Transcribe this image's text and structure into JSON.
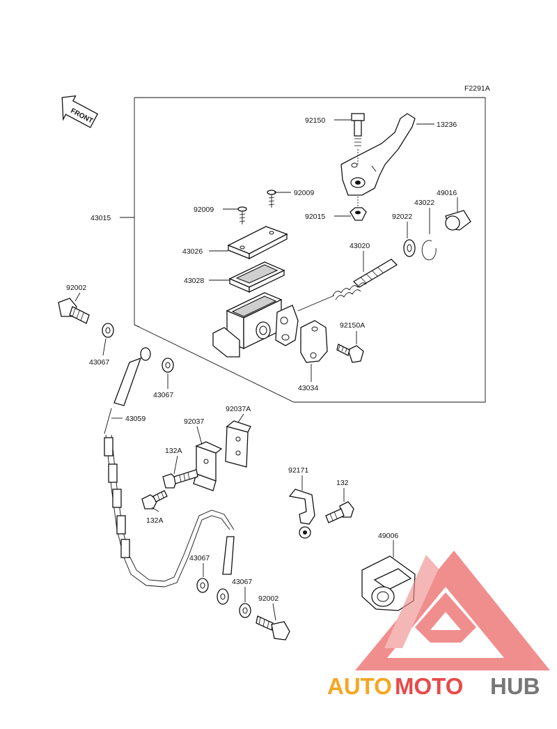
{
  "diagram": {
    "figure_code": "F2291A",
    "front_marker": "FRONT",
    "part_labels": {
      "p13236": "13236",
      "p92150": "92150",
      "p92009a": "92009",
      "p92009b": "92009",
      "p92015": "92015",
      "p92022": "92022",
      "p43022": "43022",
      "p49016": "49016",
      "p43015": "43015",
      "p43026": "43026",
      "p43028": "43028",
      "p43020": "43020",
      "p92150A": "92150A",
      "p43034": "43034",
      "p92002a": "92002",
      "p43067a": "43067",
      "p43067b": "43067",
      "p43059": "43059",
      "p92037": "92037",
      "p92037A": "92037A",
      "p132Aa": "132A",
      "p132Ab": "132A",
      "p92171": "92171",
      "p132": "132",
      "p49006": "49006",
      "p43067c": "43067",
      "p43067d": "43067",
      "p92002b": "92002"
    }
  },
  "watermark": {
    "brand_part1": "AUTO",
    "brand_part2": "MOTO",
    "brand_part3": "HUB",
    "color_orange": "#f5a623",
    "color_red": "#e84a4a",
    "color_gray": "#777777"
  }
}
